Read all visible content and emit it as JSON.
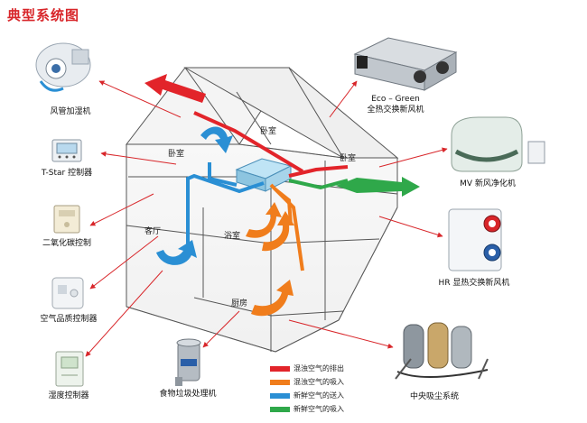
{
  "title": "典型系统图",
  "rooms": {
    "bedroom_top": "卧室",
    "bedroom_left": "卧室",
    "bedroom_right": "卧室",
    "living": "客厅",
    "bath": "浴室",
    "kitchen": "厨房"
  },
  "devices": {
    "duct_humidifier": "风管加湿机",
    "tstar": "T-Star 控制器",
    "co2": "二氧化碳控制",
    "aq": "空气品质控制器",
    "humidity": "湿度控制器",
    "disposer": "食物垃圾处理机",
    "erv_line1": "Eco – Green",
    "erv_line2": "全热交换新风机",
    "mv": "MV 新风净化机",
    "hr": "HR 显热交换新风机",
    "vacuum": "中央吸尘系统"
  },
  "legend": [
    {
      "label": "混浊空气的排出",
      "color": "#e2242a"
    },
    {
      "label": "混浊空气的吸入",
      "color": "#f07d1c"
    },
    {
      "label": "新鲜空气的送入",
      "color": "#2a8fd4"
    },
    {
      "label": "新鲜空气的吸入",
      "color": "#2fa84a"
    }
  ]
}
